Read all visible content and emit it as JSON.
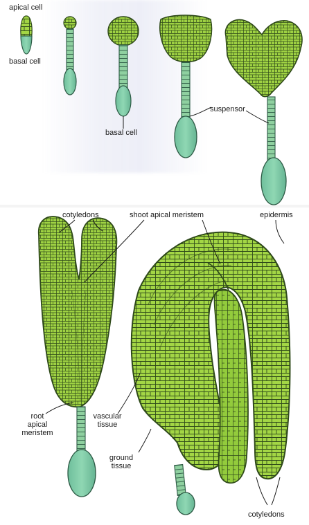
{
  "labels": {
    "apical_cell": "apical cell",
    "basal_cell_top": "basal cell",
    "basal_cell_mid": "basal cell",
    "suspensor": "suspensor",
    "cotyledons_top": "cotyledons",
    "shoot_apical_meristem": "shoot apical meristem",
    "epidermis": "epidermis",
    "root": "root",
    "apical": "apical",
    "meristem": "meristem",
    "vascular": "vascular",
    "tissue_v": "tissue",
    "ground": "ground",
    "tissue_g": "tissue",
    "cotyledons_bottom": "cotyledons"
  },
  "colors": {
    "cell_fill": "#9fd243",
    "cell_fill_dark": "#7fb82d",
    "cell_wall": "#2f4a1a",
    "basal_fill": "#7ec9a6",
    "basal_stroke": "#2d5a45",
    "label_text": "#1a1a1a"
  }
}
